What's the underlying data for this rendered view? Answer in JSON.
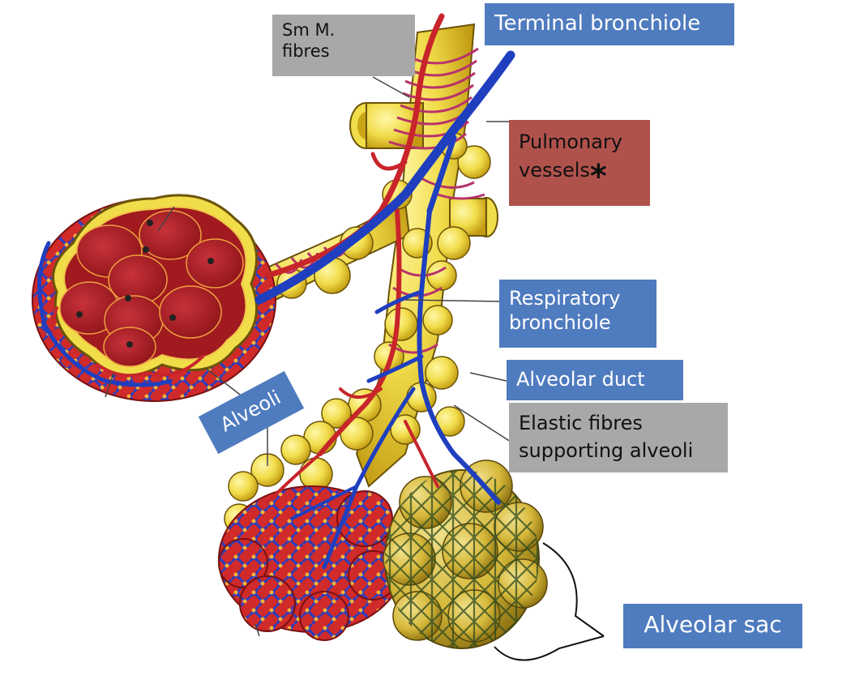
{
  "labels": {
    "sm_m_fibres": "Sm M.\nfibres",
    "terminal_bronchiole": "Terminal bronchiole",
    "pulmonary_vessels": "Pulmonary\nvessels",
    "pulmonary_star": "*",
    "respiratory_bronchiole": "Respiratory\nbronchiole",
    "alveolar_duct": "Alveolar duct",
    "elastic_fibres": "Elastic fibres\nsupporting alveoli",
    "alveoli": "Alveoli",
    "alveolar_sac": "Alveolar sac"
  },
  "colors": {
    "blue_label": "#4f7bbf",
    "gray_label": "#a8a8a8",
    "red_label": "#b0524c",
    "airway_yellow": "#f1dc4a",
    "artery_red": "#c8252b",
    "vein_blue": "#1f3fbf",
    "muscle_pink": "#b8336a",
    "elastic_green": "#2f4a1f"
  }
}
